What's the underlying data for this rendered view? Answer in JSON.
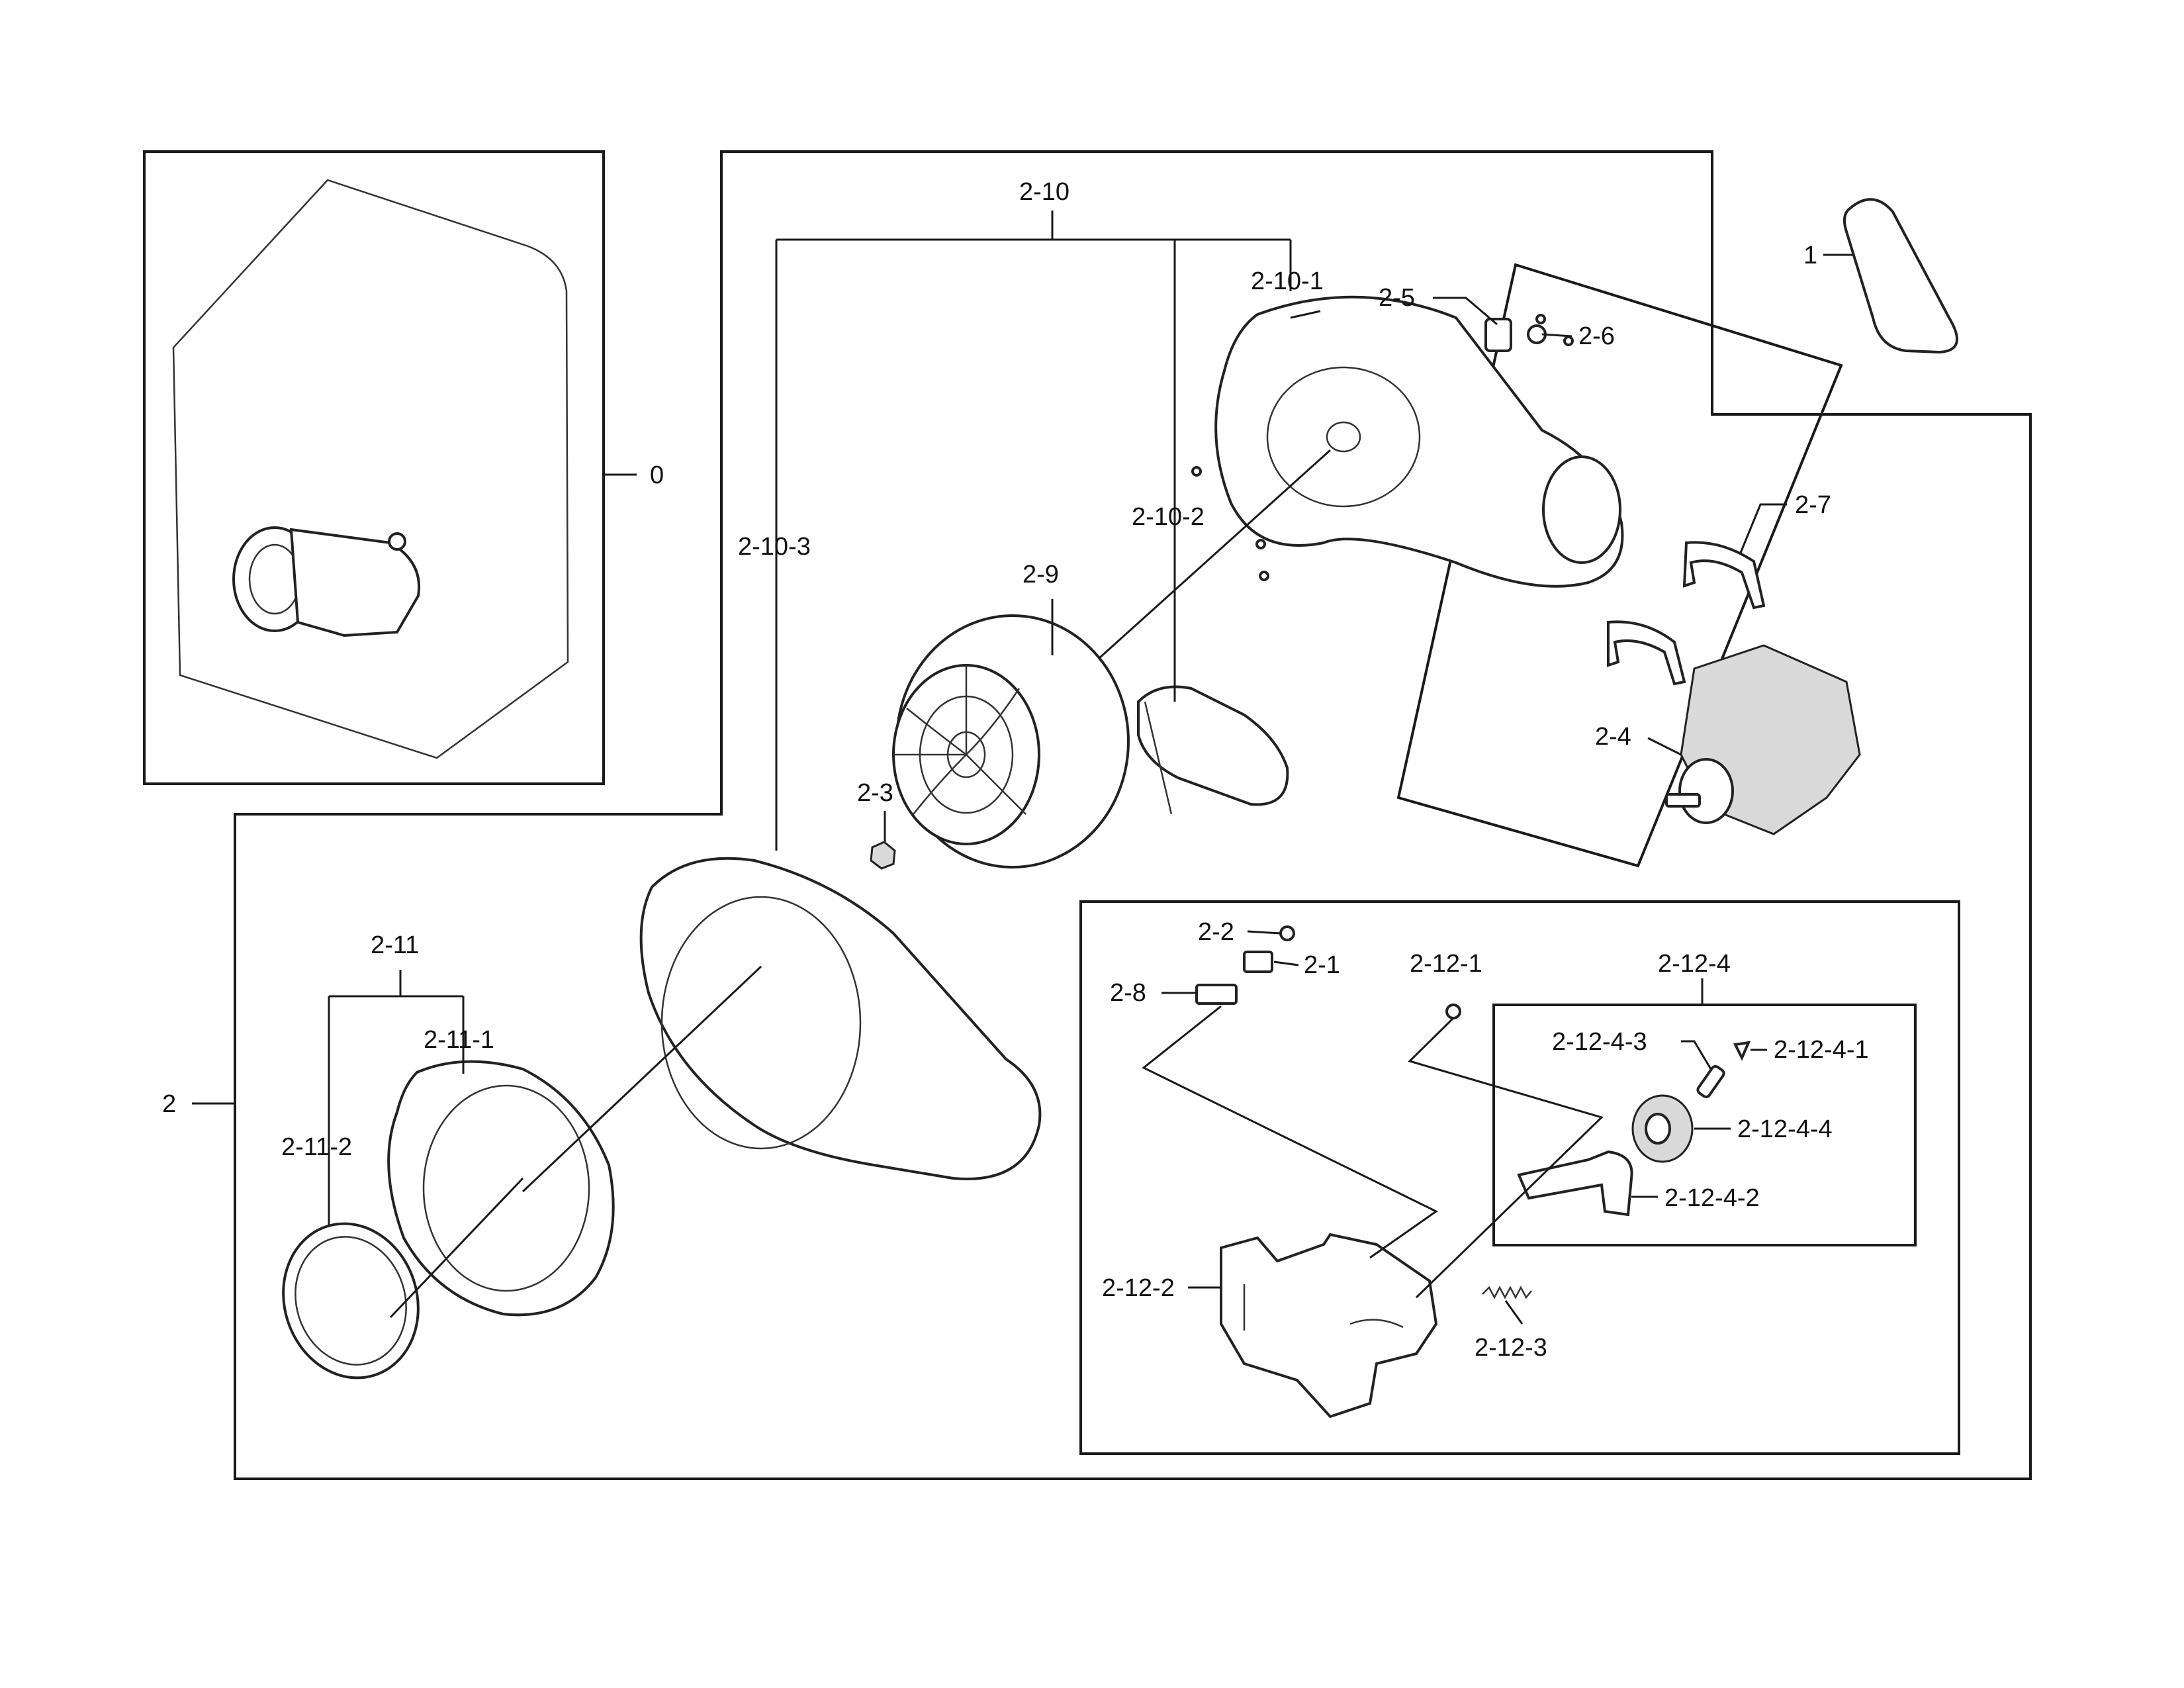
{
  "callouts": {
    "c0": "0",
    "c1": "1",
    "c2": "2",
    "c2_1": "2-1",
    "c2_2": "2-2",
    "c2_3": "2-3",
    "c2_4": "2-4",
    "c2_5": "2-5",
    "c2_6": "2-6",
    "c2_7": "2-7",
    "c2_8": "2-8",
    "c2_9": "2-9",
    "c2_10": "2-10",
    "c2_10_1": "2-10-1",
    "c2_10_2": "2-10-2",
    "c2_10_3": "2-10-3",
    "c2_11": "2-11",
    "c2_11_1": "2-11-1",
    "c2_11_2": "2-11-2",
    "c2_12_1": "2-12-1",
    "c2_12_2": "2-12-2",
    "c2_12_3": "2-12-3",
    "c2_12_4": "2-12-4",
    "c2_12_4_1": "2-12-4-1",
    "c2_12_4_2": "2-12-4-2",
    "c2_12_4_3": "2-12-4-3",
    "c2_12_4_4": "2-12-4-4"
  },
  "colors": {
    "line": "#1a1a1a",
    "background": "#ffffff"
  }
}
